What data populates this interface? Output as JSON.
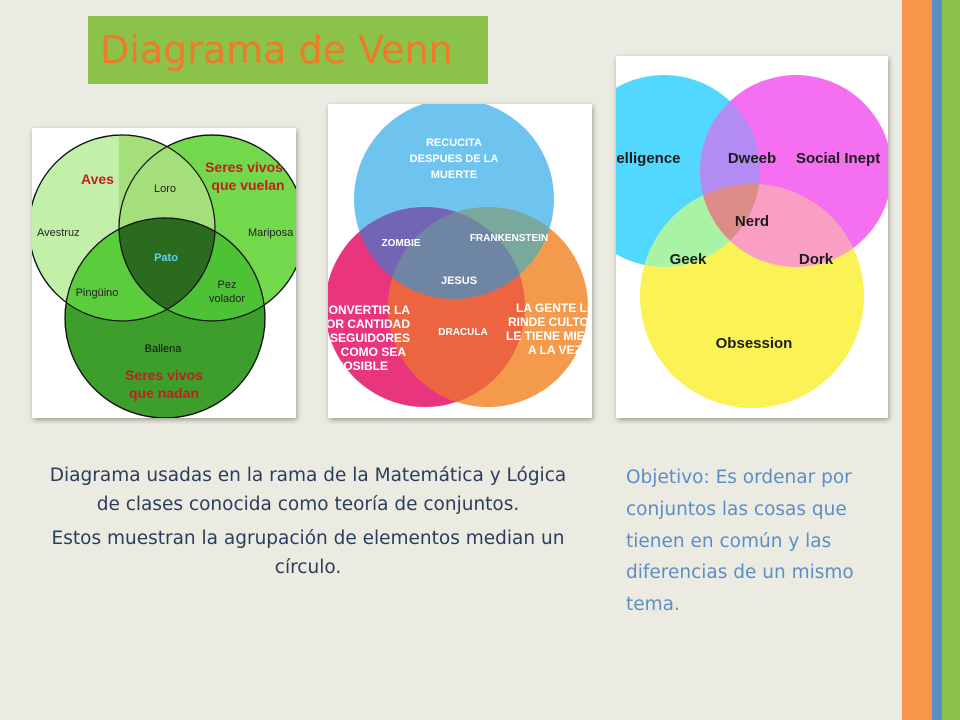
{
  "slide": {
    "title": "Diagrama de  Venn",
    "title_bg": "#8bc34a",
    "title_color": "#ee7a2a",
    "stripe_colors": [
      "#f7954a",
      "#5b8ec6",
      "#8bc34a"
    ]
  },
  "venn1": {
    "set_a": "Aves",
    "set_b_line1": "Seres vivos",
    "set_b_line2": "que vuelan",
    "set_c_line1": "Seres vivos",
    "set_c_line2": "que nadan",
    "only_a": "Avestruz",
    "only_b": "Mariposa",
    "ab": "Loro",
    "abc": "Pato",
    "ac": "Pingüino",
    "bc_line1": "Pez",
    "bc_line2": "volador",
    "only_c": "Ballena"
  },
  "venn2": {
    "top_line1": "RECUCITA",
    "top_line2": "DESPUES DE LA",
    "top_line3": "MUERTE",
    "left_line1": "CONVERTIR LA",
    "left_line2": "MAYOR CANTIDAD",
    "left_line3": "SEGUIDORES",
    "left_line4": "COMO SEA",
    "left_line5": "POSIBLE",
    "right_line1": "LA GENTE LE",
    "right_line2": "RINDE CULTO",
    "right_line3": "LE TIENE MIEDO",
    "right_line4": "A LA VEZ",
    "top_left": "ZOMBIE",
    "top_right": "FRANKENSTEIN",
    "center": "JESUS",
    "bottom": "DRACULA"
  },
  "venn3": {
    "left": "Intelligence",
    "right": "Social Inept",
    "bottom": "Obsession",
    "top": "Dweeb",
    "lower_left": "Geek",
    "lower_right": "Dork",
    "center": "Nerd"
  },
  "caption": {
    "p1": "Diagrama usadas en la rama de la Matemática y Lógica de clases conocida como teoría de conjuntos.",
    "p2": "Estos muestran la agrupación de elementos median un círculo."
  },
  "objective": {
    "text": "Objetivo: Es ordenar por conjuntos las cosas que tienen en común y las diferencias de un mismo tema."
  }
}
